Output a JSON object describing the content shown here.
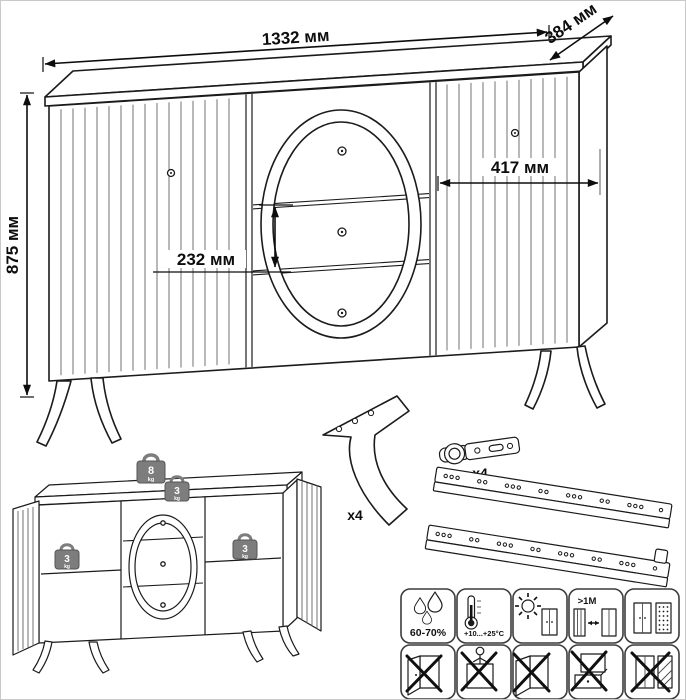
{
  "dimensions": {
    "width": "1332 мм",
    "depth": "384 мм",
    "height": "875 мм",
    "inner_width": "417 мм",
    "drawer_height": "232 мм"
  },
  "hardware": {
    "legs_qty": "x4",
    "hinges_qty": "x4"
  },
  "load_limits": {
    "top": "8",
    "shelf": "3",
    "unit": "kg"
  },
  "care": {
    "humidity": "60-70%",
    "temperature": "+10...+25°C",
    "min_distance": ">1M",
    "icon_names_row1": [
      "humidity-60-70",
      "temperature-range",
      "keep-from-sunlight",
      "keep-1m-from-heat",
      "ventilated-dry-room"
    ],
    "icon_names_row2": [
      "no-hanging-on-door",
      "no-climbing",
      "no-leaning-on-open-door",
      "no-standing-on-drawer",
      "no-covering-no-dragging"
    ]
  },
  "colors": {
    "line": "#1b1b1b",
    "weight_fill": "#7d7d7d"
  }
}
